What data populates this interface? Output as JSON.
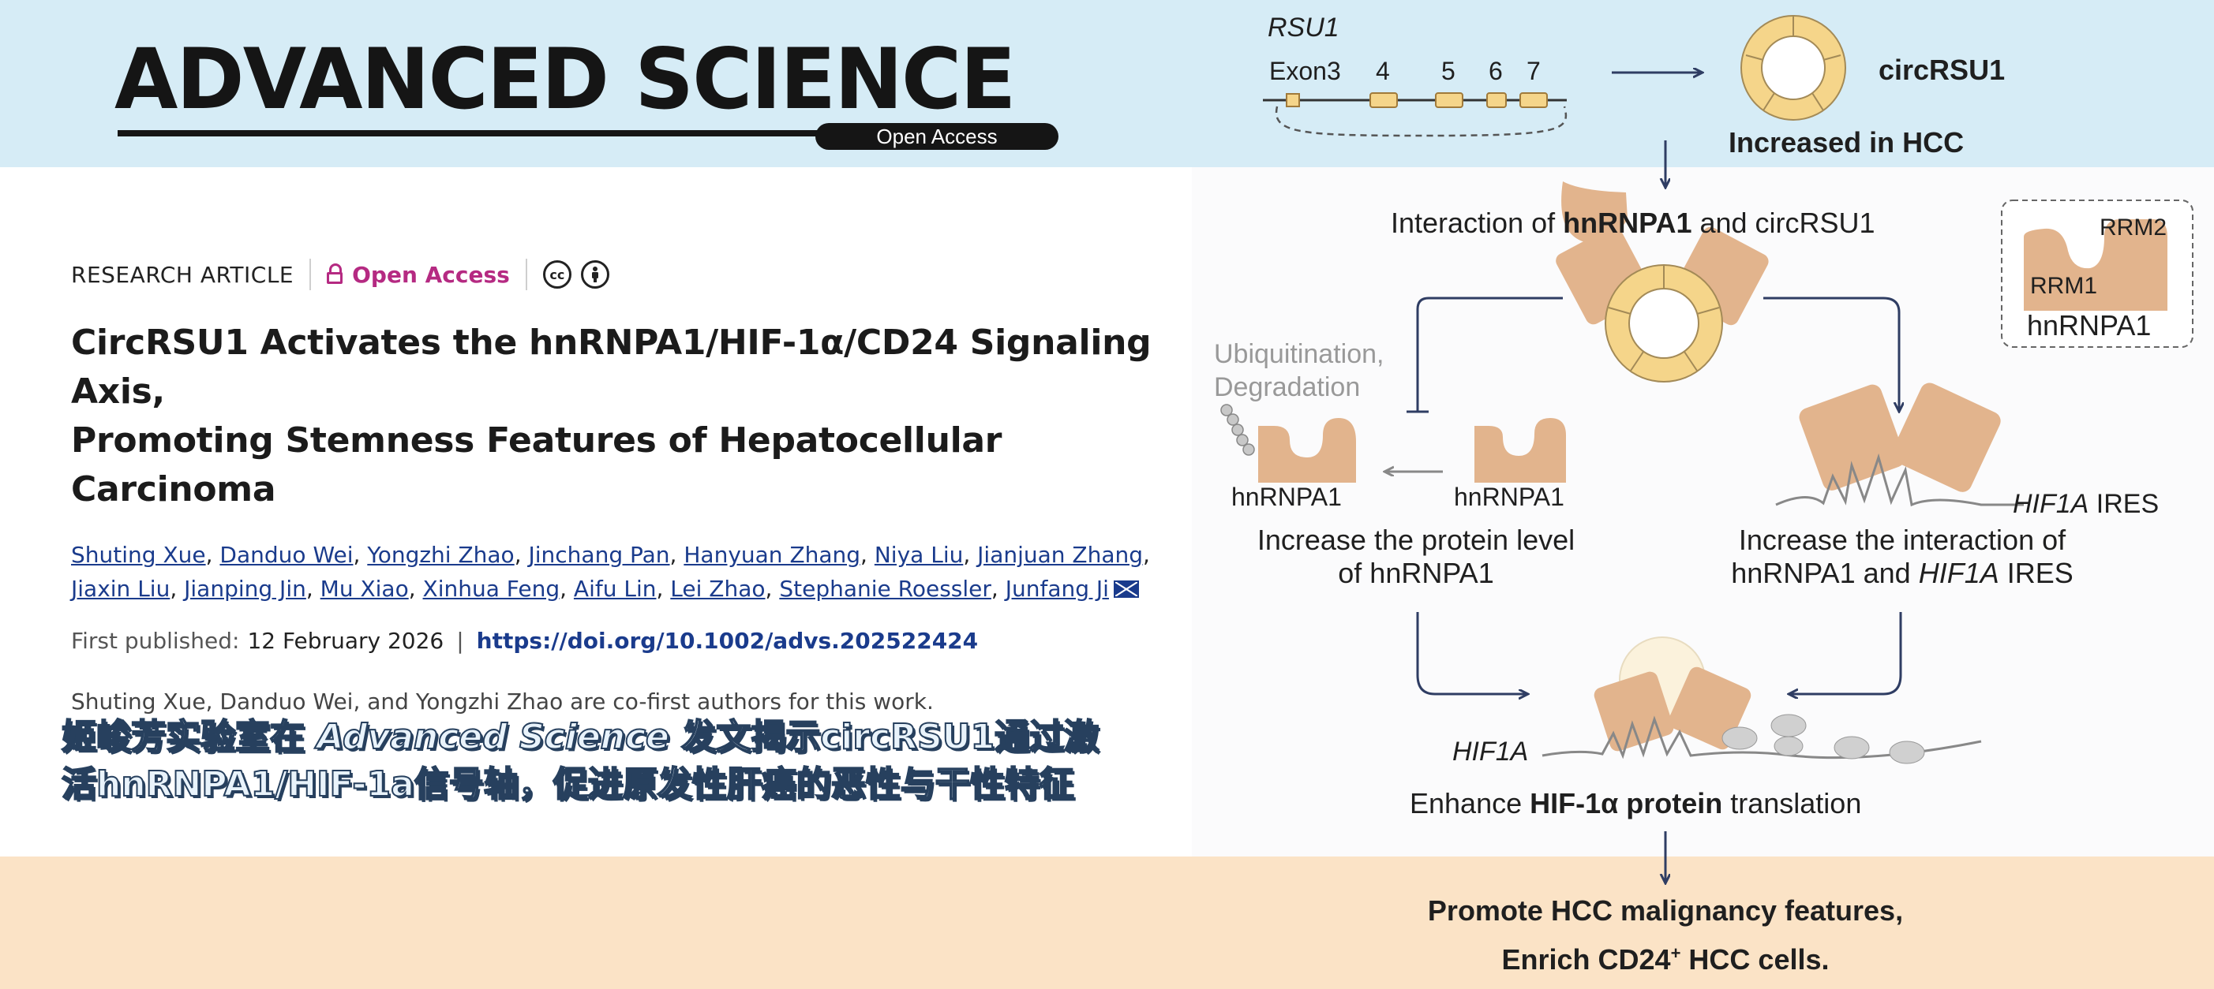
{
  "journal": {
    "name": "ADVANCED SCIENCE",
    "badge": "Open Access"
  },
  "article": {
    "type_label": "RESEARCH ARTICLE",
    "open_access": "Open Access",
    "license_icons": [
      "cc-icon",
      "by-icon"
    ],
    "title_line1": "CircRSU1 Activates the hnRNPA1/HIF-1α/CD24 Signaling Axis,",
    "title_line2": "Promoting Stemness Features of Hepatocellular Carcinoma",
    "authors_line1": [
      "Shuting Xue",
      "Danduo Wei",
      "Yongzhi Zhao",
      "Jinchang Pan",
      "Hanyuan Zhang",
      "Niya Liu",
      "Jianjuan Zhang"
    ],
    "authors_line2": [
      "Jiaxin Liu",
      "Jianping Jin",
      "Mu Xiao",
      "Xinhua Feng",
      "Aifu Lin",
      "Lei Zhao",
      "Stephanie Roessler",
      "Junfang Ji"
    ],
    "first_published_label": "First published:",
    "first_published_date": "12 February 2026",
    "doi": "https://doi.org/10.1002/advs.202522424",
    "cofirst_note": "Shuting Xue, Danduo Wei, and Yongzhi Zhao are co-first authors for this work."
  },
  "banner": {
    "line1_a": "姬峻芳实验室在 ",
    "line1_b": "Advanced Science",
    "line1_c": " 发文揭示circRSU1通过激",
    "line2": "活hnRNPA1/HIF-1a信号轴，促进原发性肝癌的恶性与干性特征"
  },
  "diagram": {
    "gene": "RSU1",
    "exons": [
      "Exon3",
      "4",
      "5",
      "6",
      "7"
    ],
    "circ_label": "circRSU1",
    "increased": "Increased in HCC",
    "interaction_a": "Interaction of ",
    "interaction_b": "hnRNPA1",
    "interaction_c": " and circRSU1",
    "legend_rrm2": "RRM2",
    "legend_rrm1": "RRM1",
    "legend_name": "hnRNPA1",
    "ubiq": "Ubiquitination,",
    "degr": "Degradation",
    "hn_left": "hnRNPA1",
    "hn_mid": "hnRNPA1",
    "ires_a": "HIF1A",
    "ires_b": " IRES",
    "left_outcome1": "Increase the protein level",
    "left_outcome2": "of hnRNPA1",
    "right_outcome1": "Increase the interaction of",
    "right_outcome2_a": "hnRNPA1 and ",
    "right_outcome2_b": "HIF1A",
    "right_outcome2_c": " IRES",
    "hif1a_mrna": "HIF1A",
    "enhance_a": "Enhance ",
    "enhance_b": "HIF-1α protein",
    "enhance_c": " translation",
    "promote1": "Promote HCC malignancy features,",
    "promote2_a": "Enrich CD24",
    "promote2_sup": "+",
    "promote2_b": " HCC cells."
  },
  "colors": {
    "top_band": "#d6ecf6",
    "bottom_band": "#fbe3c6",
    "protein": "#e2b48d",
    "circ": "#f5d58a",
    "link": "#1a3b8c",
    "open_access": "#b52a82",
    "arrow": "#2f3d63"
  }
}
